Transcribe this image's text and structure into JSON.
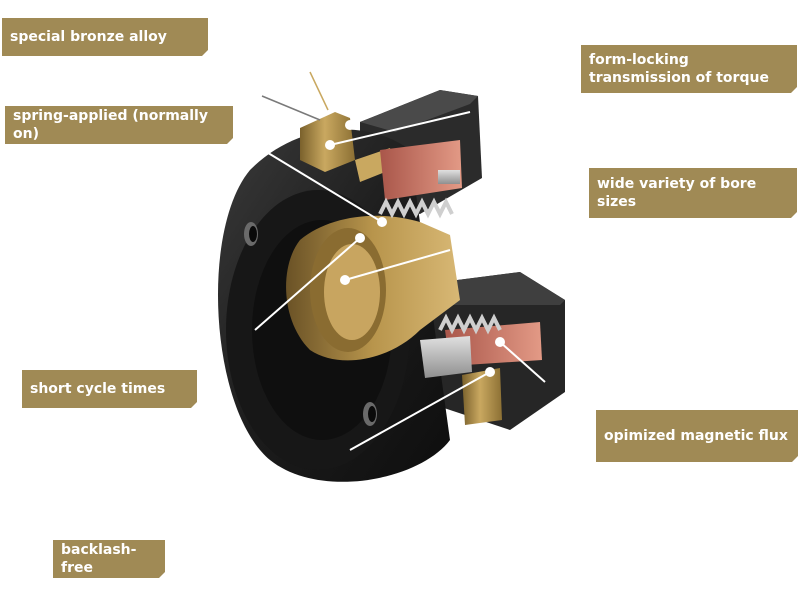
{
  "colors": {
    "label_bg": "#A08A55",
    "label_text": "#FFFFFF",
    "housing": "#1E1E1E",
    "bronze": "#B2924B",
    "copper_coil": "#D8806A",
    "leader_line": "#FFFFFF"
  },
  "labels": {
    "special_bronze_alloy": "special bronze alloy",
    "spring_applied": "spring-applied (normally on)",
    "form_locking_line1": "form-locking",
    "form_locking_line2": "transmission of torque",
    "bore_sizes_line1": "wide variety of bore",
    "bore_sizes_line2": "sizes",
    "short_cycle_times": "short cycle times",
    "magnetic_flux": "opimized magnetic flux",
    "backlash_free": "backlash-free"
  }
}
